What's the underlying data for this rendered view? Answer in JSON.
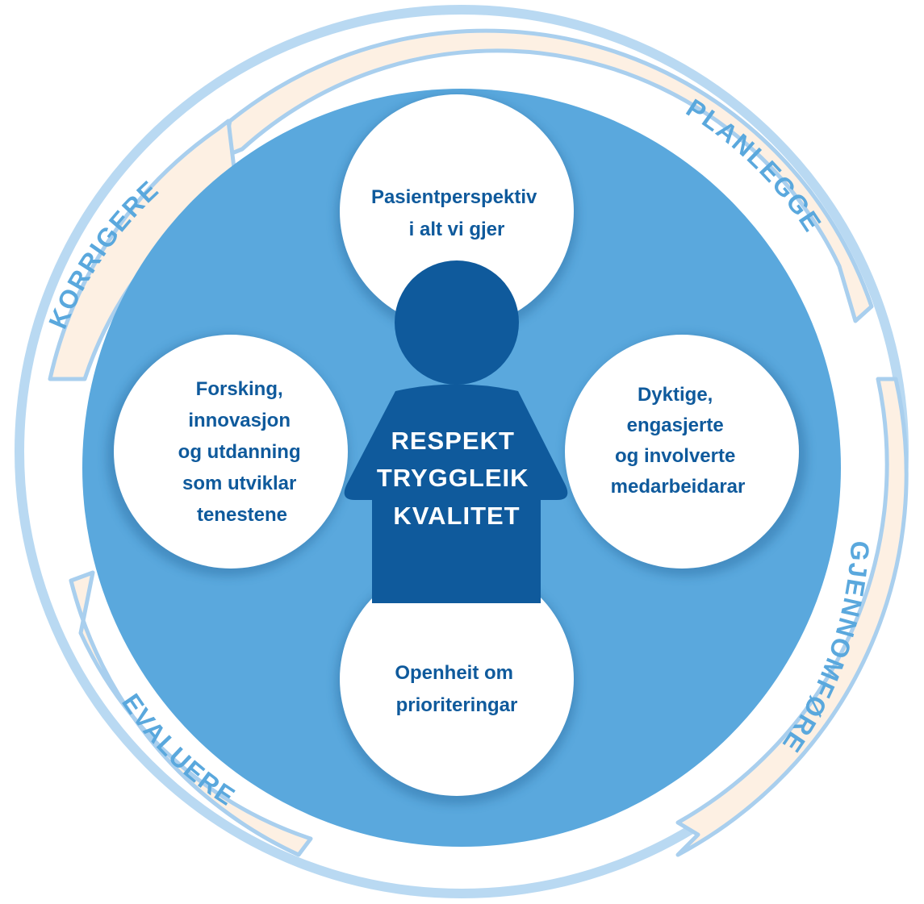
{
  "cycle": {
    "steps": [
      "PLANLEGGE",
      "GJENNOMFØRE",
      "EVALUERE",
      "KORRIGERE"
    ]
  },
  "values": {
    "top": [
      "Pasientperspektiv",
      "i alt vi gjer"
    ],
    "right": [
      "Dyktige,",
      "engasjerte",
      "og involverte",
      "medarbeidarar"
    ],
    "bottom": [
      "Openheit om",
      "prioriteringar"
    ],
    "left": [
      "Forsking,",
      "innovasjon",
      "og utdanning",
      "som utviklar",
      "tenestene"
    ]
  },
  "core": [
    "RESPEKT",
    "TRYGGLEIK",
    "KVALITET"
  ],
  "colors": {
    "outer_ring": "#b9d9f2",
    "arrow_band": "#fdf0e3",
    "arrow_stroke": "#a9cfee",
    "main_disc": "#5aa8dd",
    "figure": "#0f5a9c",
    "bubble": "#ffffff",
    "bubble_text": "#0f5a9c"
  }
}
